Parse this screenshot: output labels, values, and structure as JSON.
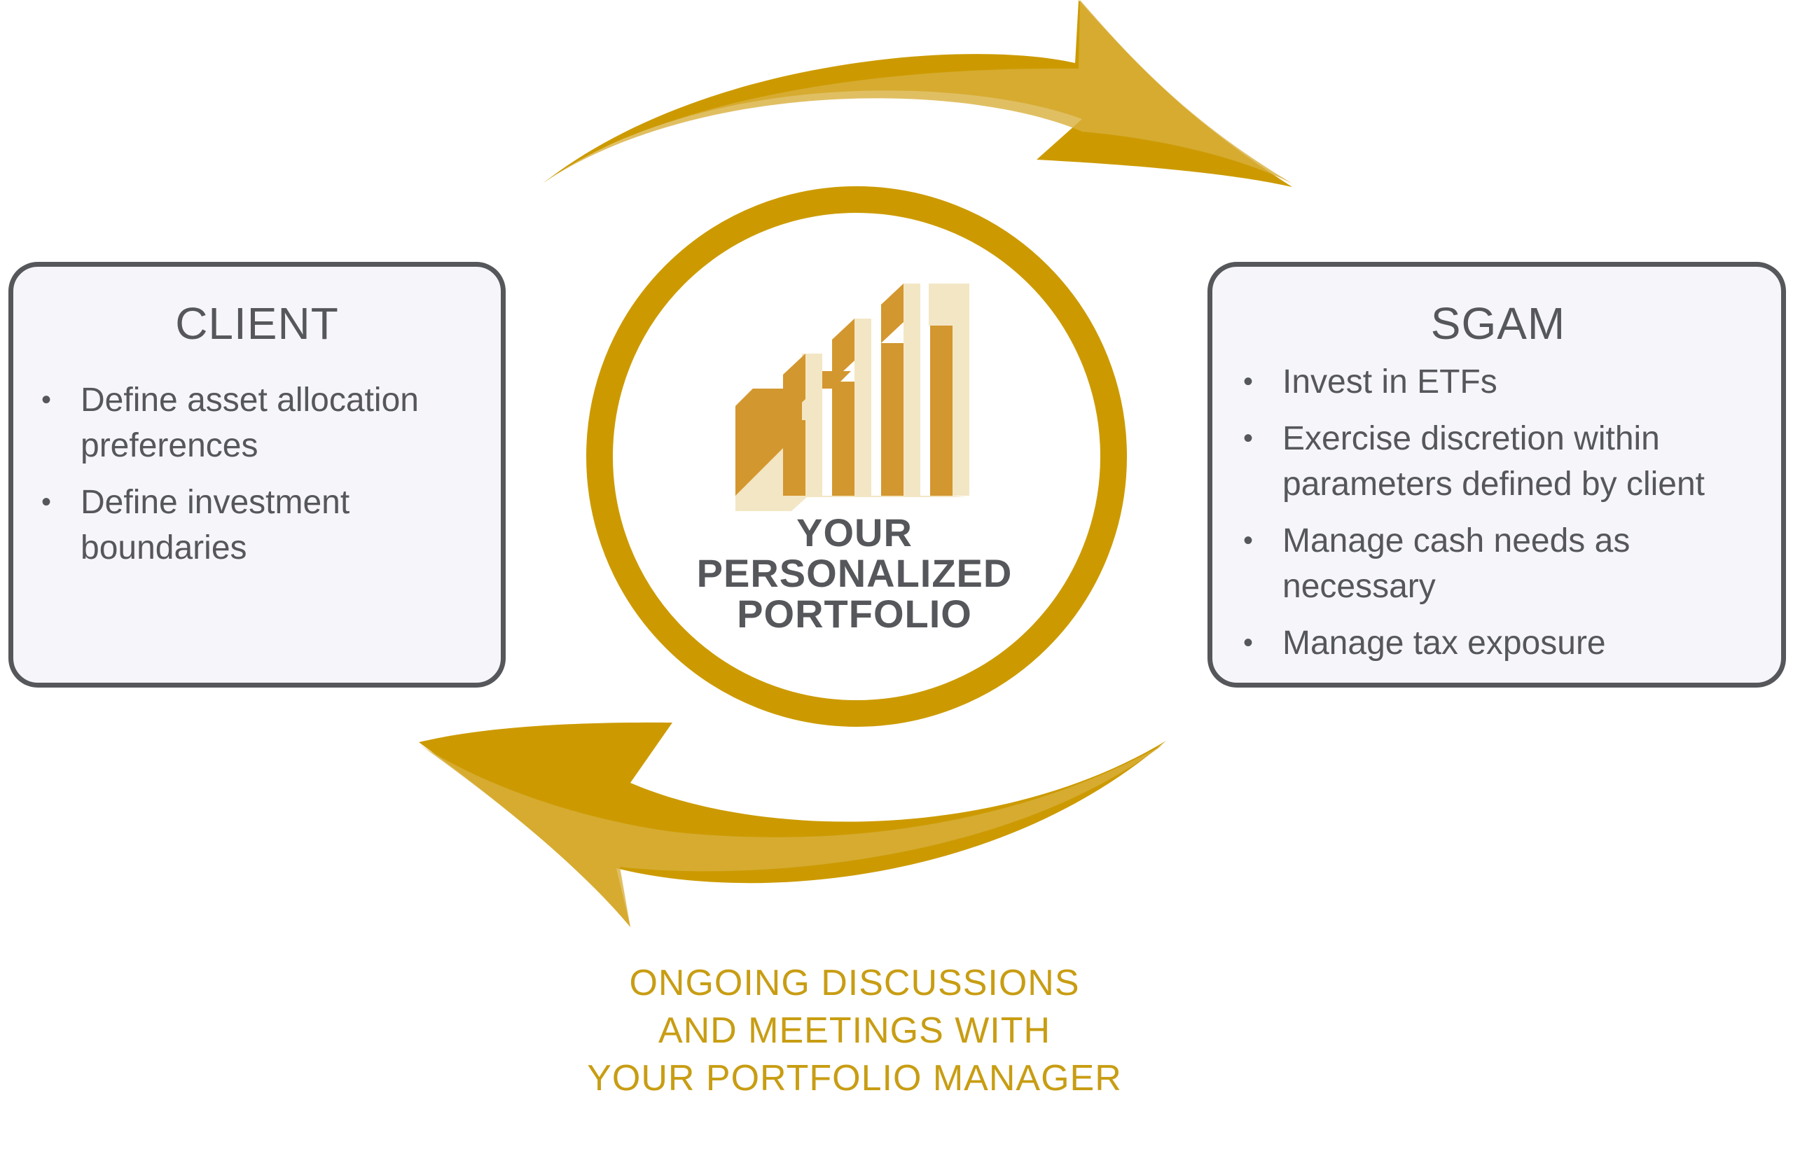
{
  "client": {
    "title": "CLIENT",
    "items": [
      "Define asset allocation preferences",
      "Define investment boundaries"
    ]
  },
  "manager": {
    "title": "SGAM",
    "items": [
      "Invest in ETFs",
      "Exercise discretion within parameters defined by client",
      "Manage cash needs as necessary",
      "Manage tax exposure"
    ]
  },
  "center": {
    "lines": [
      "YOUR",
      "PERSONALIZED",
      "PORTFOLIO"
    ],
    "icon": "rising-bars-icon"
  },
  "caption": {
    "lines": [
      "ONGOING DISCUSSIONS",
      "AND MEETINGS WITH",
      "YOUR PORTFOLIO MANAGER"
    ]
  },
  "bullet": "•",
  "colors": {
    "gold": "#cc9a00",
    "gold_light": "#d8af3c",
    "bar_face": "#f3e6c4",
    "bar_dark": "#d3972f",
    "box_border": "#55575b",
    "box_fill": "#f5f5fa",
    "text": "#55575b",
    "caption": "#c89d13"
  }
}
